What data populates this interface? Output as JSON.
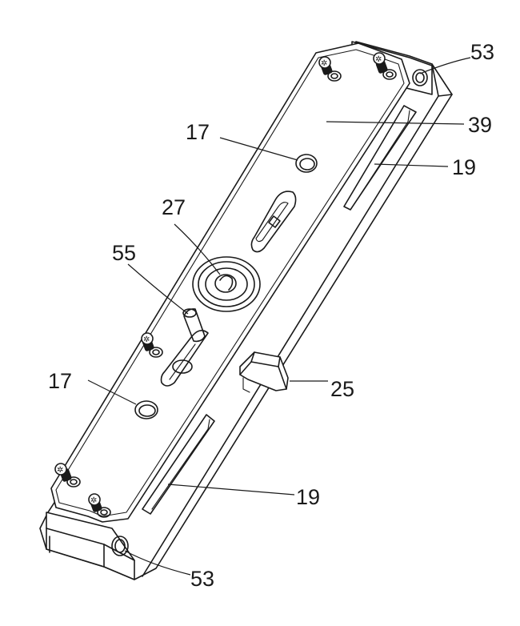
{
  "figure": {
    "labels": {
      "l53_top": "53",
      "l39": "39",
      "l17_top": "17",
      "l19_top": "19",
      "l27": "27",
      "l55": "55",
      "l17_bottom": "17",
      "l25": "25",
      "l19_bottom": "19",
      "l53_bottom": "53"
    },
    "icons": [
      "screw-icon",
      "mounting-hole-icon",
      "slot-icon",
      "cylinder-icon",
      "pin-icon",
      "latch-icon"
    ]
  }
}
